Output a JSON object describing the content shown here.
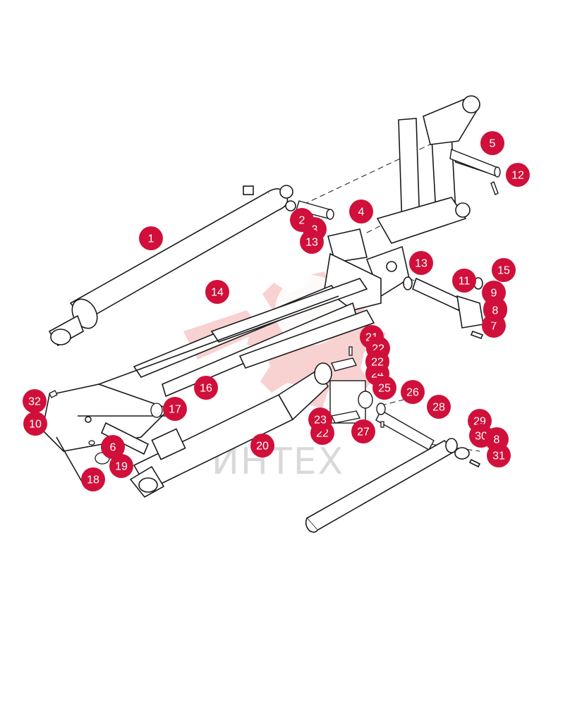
{
  "diagram": {
    "watermark_text": "ИНТЕХ",
    "callout_color": "#d0103a",
    "line_color": "#1a1a1a",
    "watermark_color": "#f4b8b8",
    "callouts": [
      {
        "id": "1"
      },
      {
        "id": "2"
      },
      {
        "id": "3"
      },
      {
        "id": "4"
      },
      {
        "id": "5"
      },
      {
        "id": "6"
      },
      {
        "id": "7"
      },
      {
        "id": "8"
      },
      {
        "id": "9"
      },
      {
        "id": "10"
      },
      {
        "id": "11"
      },
      {
        "id": "12"
      },
      {
        "id": "13"
      },
      {
        "id": "13"
      },
      {
        "id": "14"
      },
      {
        "id": "15"
      },
      {
        "id": "16"
      },
      {
        "id": "17"
      },
      {
        "id": "18"
      },
      {
        "id": "19"
      },
      {
        "id": "20"
      },
      {
        "id": "21"
      },
      {
        "id": "22"
      },
      {
        "id": "22"
      },
      {
        "id": "23"
      },
      {
        "id": "24"
      },
      {
        "id": "25"
      },
      {
        "id": "26"
      },
      {
        "id": "27"
      },
      {
        "id": "28"
      },
      {
        "id": "29"
      },
      {
        "id": "30"
      },
      {
        "id": "8"
      },
      {
        "id": "31"
      },
      {
        "id": "32"
      },
      {
        "id": "8"
      },
      {
        "id": "22"
      }
    ]
  }
}
